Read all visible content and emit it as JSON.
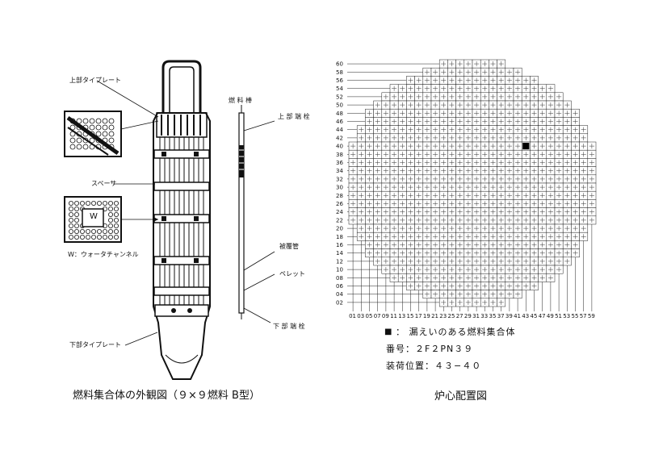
{
  "assembly": {
    "labels": {
      "upper_tie_plate": "上部タイプレート",
      "spacer": "スペーサ",
      "water_channel": "W：ウォータチャンネル",
      "water_symbol": "W",
      "lower_tie_plate": "下部タイプレート",
      "fuel_rod": "燃 料 棒",
      "upper_end_plug": "上 部 端 栓",
      "cladding": "被覆管",
      "pellet": "ペレット",
      "lower_end_plug": "下 部 端 栓"
    },
    "caption": "燃料集合体の外観図（９×９燃料 B型）"
  },
  "core_map": {
    "row_labels": [
      "60",
      "58",
      "56",
      "54",
      "52",
      "50",
      "48",
      "46",
      "44",
      "42",
      "40",
      "38",
      "36",
      "34",
      "32",
      "30",
      "28",
      "26",
      "24",
      "22",
      "20",
      "18",
      "16",
      "14",
      "12",
      "10",
      "08",
      "06",
      "04",
      "02"
    ],
    "col_labels": [
      "01",
      "03",
      "05",
      "07",
      "09",
      "11",
      "13",
      "15",
      "17",
      "19",
      "21",
      "23",
      "25",
      "27",
      "29",
      "31",
      "33",
      "35",
      "37",
      "39",
      "41",
      "43",
      "45",
      "47",
      "49",
      "51",
      "53",
      "55",
      "57",
      "59"
    ],
    "leak_position": {
      "col": "43",
      "row": "40"
    },
    "legend_symbol": "■",
    "legend_text": "：  漏えいのある燃料集合体",
    "serial": "番号：２F２PN３９",
    "position_text": "装荷位置：４３−４０",
    "caption": "炉心配置図"
  }
}
